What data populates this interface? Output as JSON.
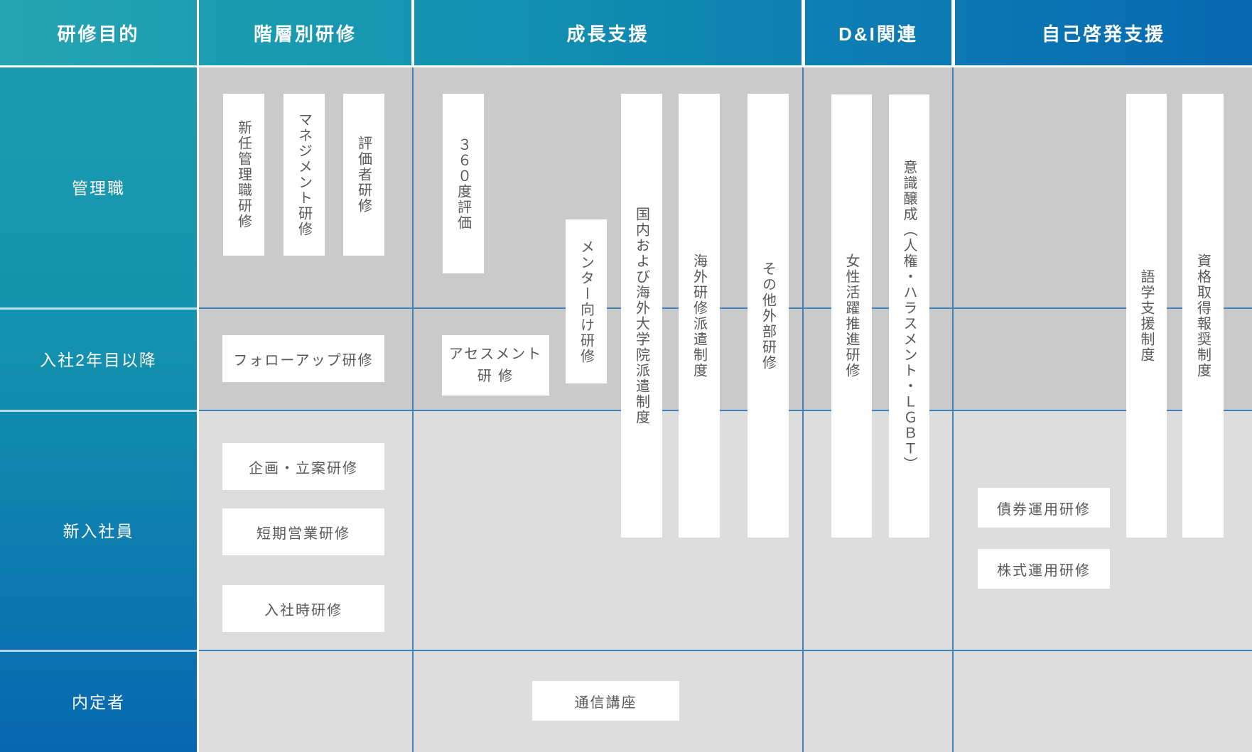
{
  "header": {
    "columns": [
      "研修目的",
      "階層別研修",
      "成長支援",
      "D&I関連",
      "自己啓発支援"
    ]
  },
  "rows": [
    {
      "label": "管理職"
    },
    {
      "label": "入社2年目以降"
    },
    {
      "label": "新入社員"
    },
    {
      "label": "内定者"
    }
  ],
  "boxes": [
    {
      "label": "新任管理職研修",
      "column": "階層別研修",
      "row": "管理職"
    },
    {
      "label": "マネジメント研修",
      "column": "階層別研修",
      "row": "管理職"
    },
    {
      "label": "評価者研修",
      "column": "階層別研修",
      "row": "管理職"
    },
    {
      "label": "３６０度評価",
      "column": "成長支援",
      "row": "管理職"
    },
    {
      "label": "メンター向け研修",
      "column": "成長支援",
      "row": "管理職〜入社2年目以降"
    },
    {
      "label": "国内および海外大学院派遣制度",
      "column": "成長支援",
      "row": "管理職〜新入社員"
    },
    {
      "label": "海外研修派遣制度",
      "column": "成長支援",
      "row": "管理職〜新入社員"
    },
    {
      "label": "その他外部研修",
      "column": "成長支援",
      "row": "管理職〜新入社員"
    },
    {
      "label": "女性活躍推進研修",
      "column": "D&I関連",
      "row": "管理職〜新入社員"
    },
    {
      "label": "意識醸成（人権・ハラスメント・ＬＧＢＴ）",
      "column": "D&I関連",
      "row": "管理職〜新入社員"
    },
    {
      "label": "語学支援制度",
      "column": "自己啓発支援",
      "row": "管理職〜新入社員"
    },
    {
      "label": "資格取得報奨制度",
      "column": "自己啓発支援",
      "row": "管理職〜新入社員"
    },
    {
      "label": "フォローアップ研修",
      "column": "階層別研修",
      "row": "入社2年目以降"
    },
    {
      "label": "アセスメント\n研 修",
      "column": "成長支援",
      "row": "入社2年目以降"
    },
    {
      "label": "企画・立案研修",
      "column": "階層別研修",
      "row": "新入社員"
    },
    {
      "label": "短期営業研修",
      "column": "階層別研修",
      "row": "新入社員"
    },
    {
      "label": "入社時研修",
      "column": "階層別研修",
      "row": "新入社員"
    },
    {
      "label": "債券運用研修",
      "column": "自己啓発支援",
      "row": "新入社員"
    },
    {
      "label": "株式運用研修",
      "column": "自己啓発支援",
      "row": "新入社員"
    },
    {
      "label": "通信講座",
      "column": "成長支援",
      "row": "内定者"
    }
  ],
  "colors": {
    "header_gradient_start": "#26a4b2",
    "header_gradient_end": "#0769b1",
    "left_column_top": "#1b9cae",
    "left_column_bottom": "#0768b0",
    "gray_upper": "#cacaca",
    "gray_lower": "#dedddd",
    "grid_line_blue": "#4080bb",
    "box_text": "#595757"
  }
}
